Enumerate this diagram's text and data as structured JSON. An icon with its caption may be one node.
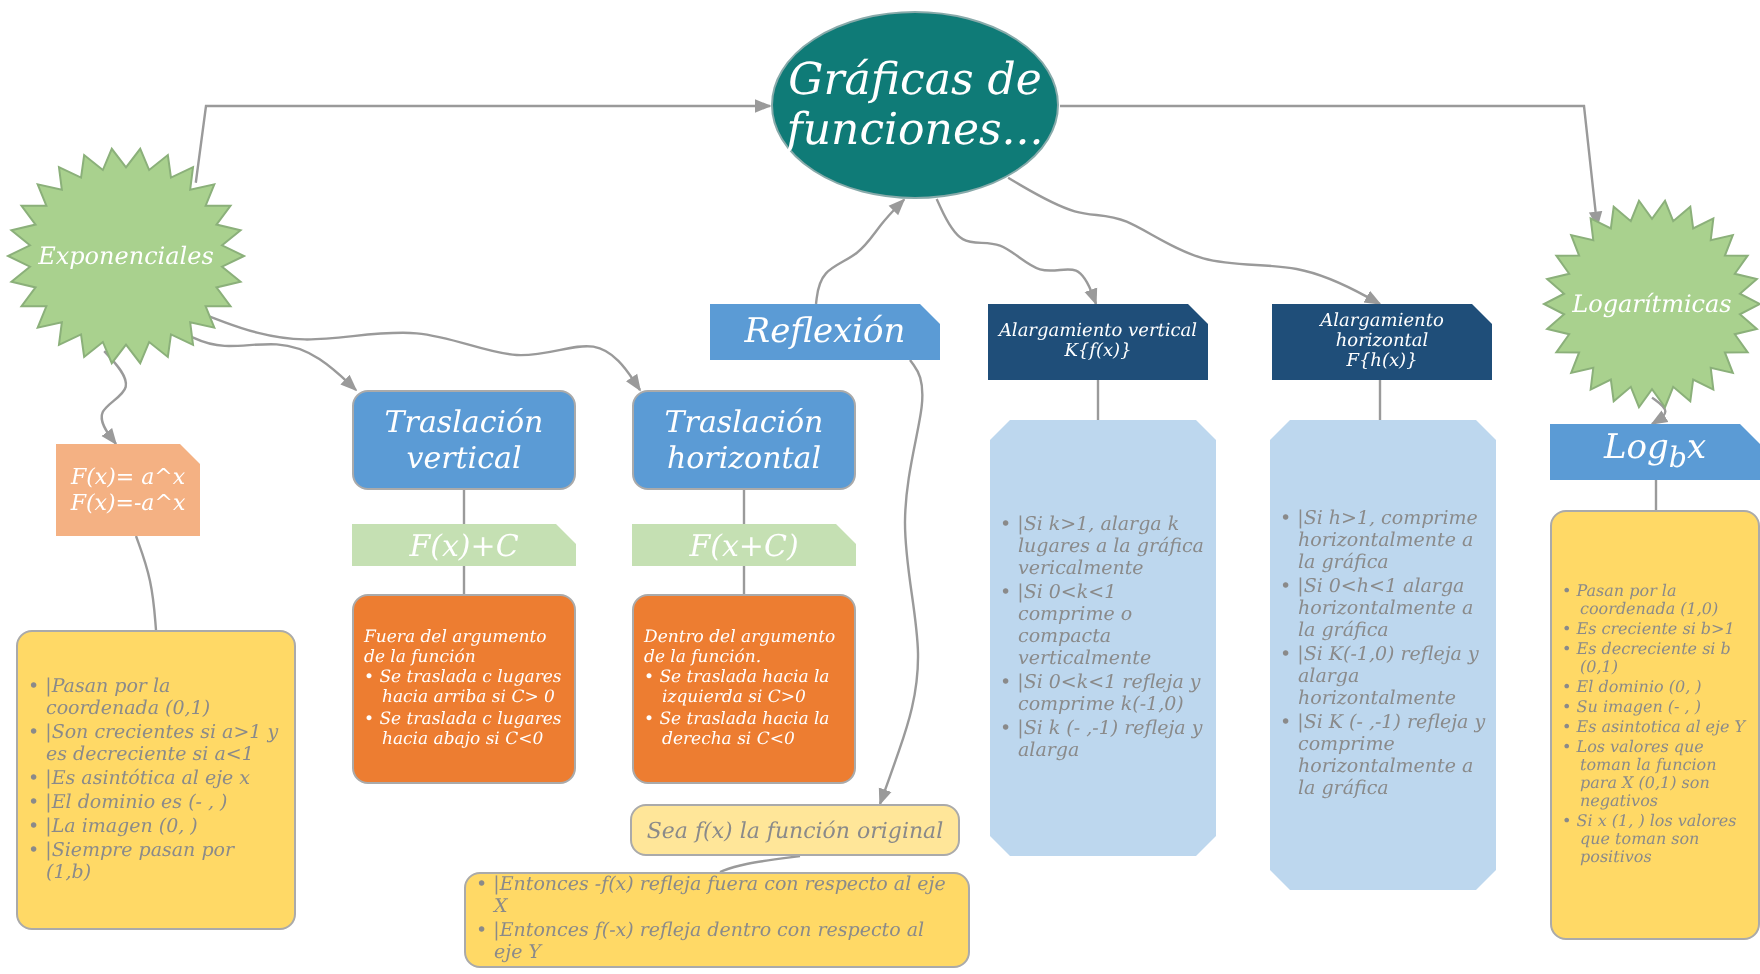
{
  "diagram": {
    "nodes": [
      {
        "text": [
          "Gráficas de funciones..."
        ]
      },
      {
        "text": [
          "Exponenciales"
        ]
      },
      {
        "text": [
          "Logarítmicas"
        ]
      },
      {
        "text": [
          "Reflexión"
        ]
      },
      {
        "text": [
          "Alargamiento vertical",
          "K{f(x)}"
        ]
      },
      {
        "text": [
          "Alargamiento horizontal",
          "F{h(x)}"
        ]
      },
      {
        "text": [
          "Traslación vertical"
        ]
      },
      {
        "text": [
          "Traslación horizontal"
        ]
      },
      {
        "text": [
          "F(x)= a^x",
          "F(x)=-a^x"
        ]
      },
      {
        "text": [
          "F(x)+C"
        ]
      },
      {
        "text": [
          "F(x+C)"
        ]
      },
      {
        "text": [
          "Log$_{b}$x"
        ]
      },
      {
        "text": [
          "• |Pasan por la coordenada (0,1)",
          "• |Son crecientes si a>1 y es decreciente si a<1",
          "• |Es asintótica al eje x",
          "• |El dominio es (- , )",
          "• |La imagen (0, )",
          "• |Siempre pasan por (1,b)"
        ]
      },
      {
        "text": [
          "Fuera del argumento de la función",
          "• Se traslada c lugares hacia arriba si C> 0",
          "• Se traslada c lugares hacia abajo si C<0"
        ]
      },
      {
        "text": [
          "Dentro del argumento de la función.",
          "• Se traslada hacia la izquierda si C>0",
          "• Se traslada hacia la derecha si C<0"
        ]
      },
      {
        "text": [
          "• |Si k>1, alarga k lugares a la gráfica vericalmente",
          "• |Si 0<k<1 comprime o compacta verticalmente",
          "• |Si 0<k<1 refleja y comprime k(-1,0)",
          "• |Si k (- ,-1) refleja y alarga"
        ]
      },
      {
        "text": [
          "• |Si h>1, comprime horizontalmente a la gráfica",
          "• |Si 0<h<1 alarga horizontalmente a la gráfica",
          "• |Si K(-1,0) refleja y alarga horizontalmente",
          "• |Si K (- ,-1) refleja y comprime horizontalmente a la gráfica"
        ]
      },
      {
        "text": [
          "• Pasan por la coordenada (1,0)",
          "• Es creciente si b>1",
          "• Es decreciente si b (0,1)",
          "• El dominio (0, )",
          "• Su imagen (- , )",
          "• Es asintotica al eje Y",
          "• Los valores que toman la funcion para X (0,1) son negativos",
          "• Si x (1, ) los valores que toman son positivos"
        ]
      },
      {
        "text": [
          "Sea f(x) la función original"
        ]
      },
      {
        "text": [
          "• |Entonces -f(x) refleja fuera con respecto al eje X",
          "• |Entonces f(-x) refleja dentro con respecto al eje Y"
        ]
      }
    ],
    "edges": [
      {
        "from": 1,
        "to": 0,
        "arrow": "to"
      },
      {
        "from": 0,
        "to": 2,
        "arrow": "to"
      },
      {
        "from": 0,
        "to": 4,
        "arrow": "to"
      },
      {
        "from": 0,
        "to": 5,
        "arrow": "to"
      },
      {
        "from": 3,
        "to": 0,
        "arrow": "to"
      },
      {
        "from": 1,
        "to": 8,
        "arrow": "to"
      },
      {
        "from": 1,
        "to": 6,
        "arrow": "to"
      },
      {
        "from": 1,
        "to": 7,
        "arrow": "to"
      },
      {
        "from": 6,
        "to": 9,
        "arrow": "none"
      },
      {
        "from": 9,
        "to": 13,
        "arrow": "none"
      },
      {
        "from": 7,
        "to": 10,
        "arrow": "none"
      },
      {
        "from": 10,
        "to": 14,
        "arrow": "none"
      },
      {
        "from": 8,
        "to": 12,
        "arrow": "none"
      },
      {
        "from": 3,
        "to": 18,
        "arrow": "to"
      },
      {
        "from": 18,
        "to": 19,
        "arrow": "none"
      },
      {
        "from": 4,
        "to": 15,
        "arrow": "none"
      },
      {
        "from": 5,
        "to": 16,
        "arrow": "none"
      },
      {
        "from": 2,
        "to": 11,
        "arrow": "to"
      },
      {
        "from": 11,
        "to": 17,
        "arrow": "none"
      }
    ]
  }
}
